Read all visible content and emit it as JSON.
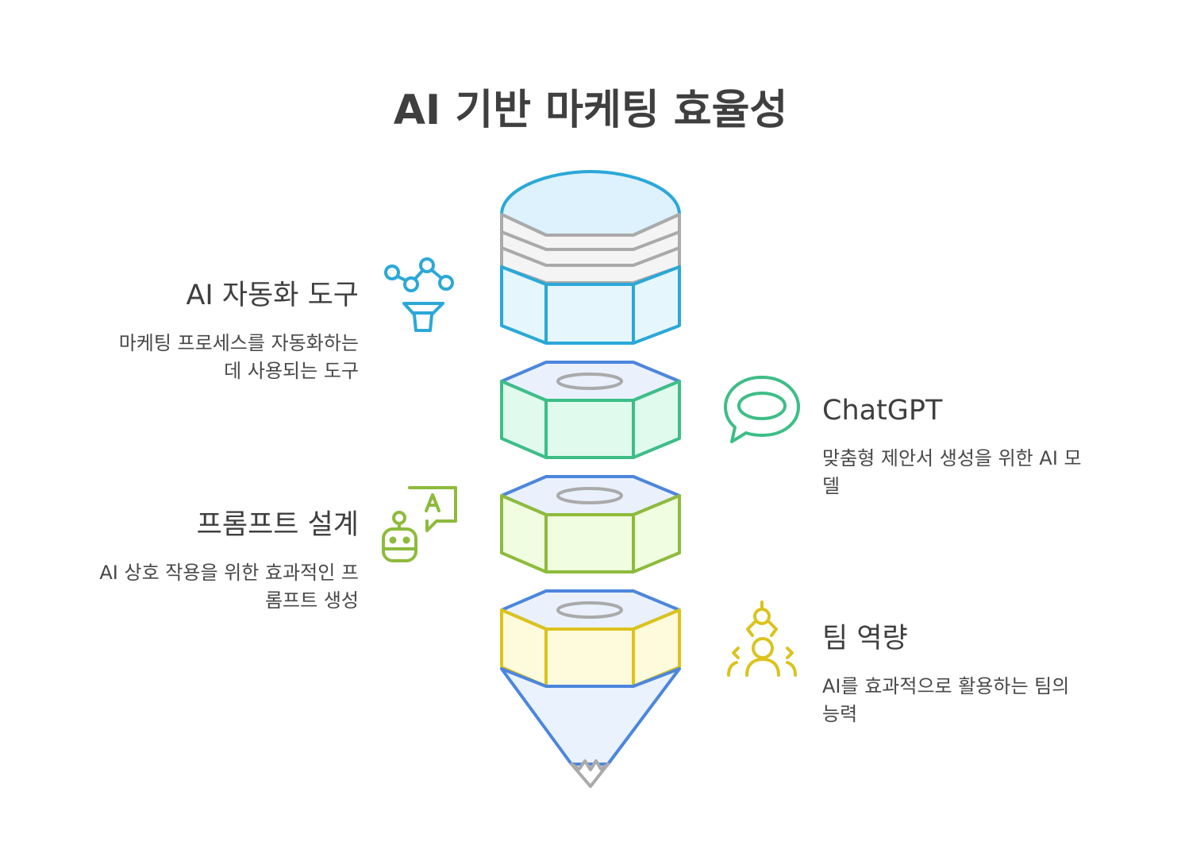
{
  "title": "AI 기반 마케팅 효율성",
  "items": [
    {
      "heading": "AI 자동화 도구",
      "description_lines": [
        "마케팅 프로세스를 자동화하는",
        "데 사용되는 도구"
      ],
      "icon": "workflow-funnel-icon",
      "color": "#2BA8D8"
    },
    {
      "heading": "ChatGPT",
      "description_lines": [
        "맞춤형 제안서 생성을 위한 AI 모",
        "델"
      ],
      "icon": "speech-bubble-icon",
      "color": "#3DBE87"
    },
    {
      "heading": "프롬프트 설계",
      "description_lines": [
        "AI 상호 작용을 위한 효과적인 프",
        "롬프트 생성"
      ],
      "icon": "robot-chat-icon",
      "color": "#8DBB3C"
    },
    {
      "heading": "팀 역량",
      "description_lines": [
        "AI를 효과적으로 활용하는 팀의",
        "능력"
      ],
      "icon": "team-user-icon",
      "color": "#DCC31D"
    }
  ],
  "colors": {
    "outline_blue": "#4C86DD",
    "cap_fill": "#DDF2FC",
    "band_gray": "#AAAAAA",
    "tip_fill": "#EAF2FD"
  }
}
